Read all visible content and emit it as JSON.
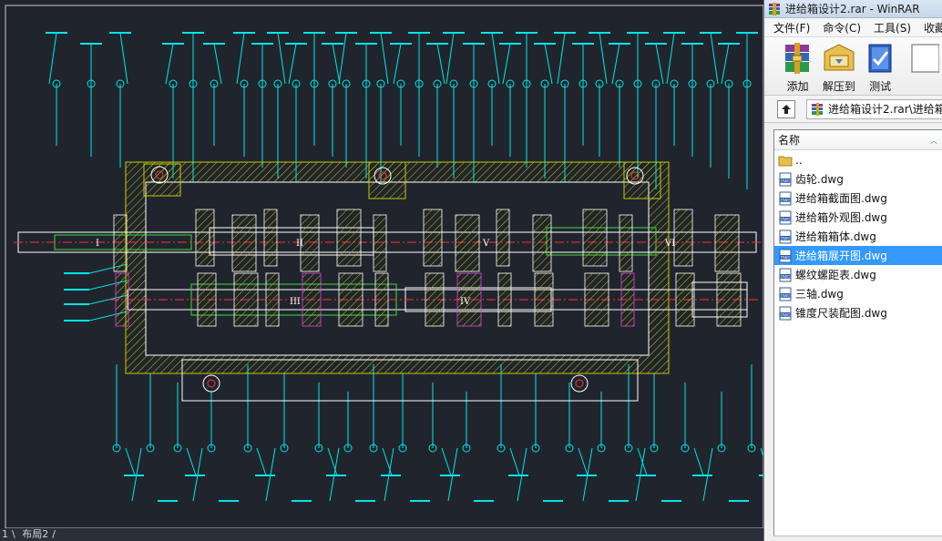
{
  "cad": {
    "layout_tabs": [
      "1",
      "布局2"
    ],
    "colors": {
      "background": "#20252d",
      "leader": "#00e6e6",
      "hatch": "#c8c800",
      "outline": "#ffffff",
      "center": "#ff3030",
      "part_green": "#3cdc3c",
      "part_magenta": "#e040e0"
    },
    "shaft_labels": [
      "I",
      "II",
      "III",
      "IV",
      "V",
      "VI"
    ]
  },
  "winrar": {
    "title": "进给箱设计2.rar - WinRAR",
    "menu": [
      "文件(F)",
      "命令(C)",
      "工具(S)",
      "收藏"
    ],
    "toolbar": [
      {
        "icon": "add-archive-icon",
        "label": "添加"
      },
      {
        "icon": "extract-to-icon",
        "label": "解压到"
      },
      {
        "icon": "test-icon",
        "label": "测试"
      }
    ],
    "address": "进给箱设计2.rar\\进给箱",
    "column_name": "名称",
    "files": [
      {
        "name": "..",
        "icon": "folder-icon",
        "selected": false
      },
      {
        "name": "齿轮.dwg",
        "icon": "dwg-file-icon",
        "selected": false
      },
      {
        "name": "进给箱截面图.dwg",
        "icon": "dwg-file-icon",
        "selected": false
      },
      {
        "name": "进给箱外观图.dwg",
        "icon": "dwg-file-icon",
        "selected": false
      },
      {
        "name": "进给箱箱体.dwg",
        "icon": "dwg-file-icon",
        "selected": false
      },
      {
        "name": "进给箱展开图.dwg",
        "icon": "dwg-file-icon",
        "selected": true
      },
      {
        "name": "螺纹螺距表.dwg",
        "icon": "dwg-file-icon",
        "selected": false
      },
      {
        "name": "三轴.dwg",
        "icon": "dwg-file-icon",
        "selected": false
      },
      {
        "name": "锥度尺装配图.dwg",
        "icon": "dwg-file-icon",
        "selected": false
      }
    ]
  }
}
